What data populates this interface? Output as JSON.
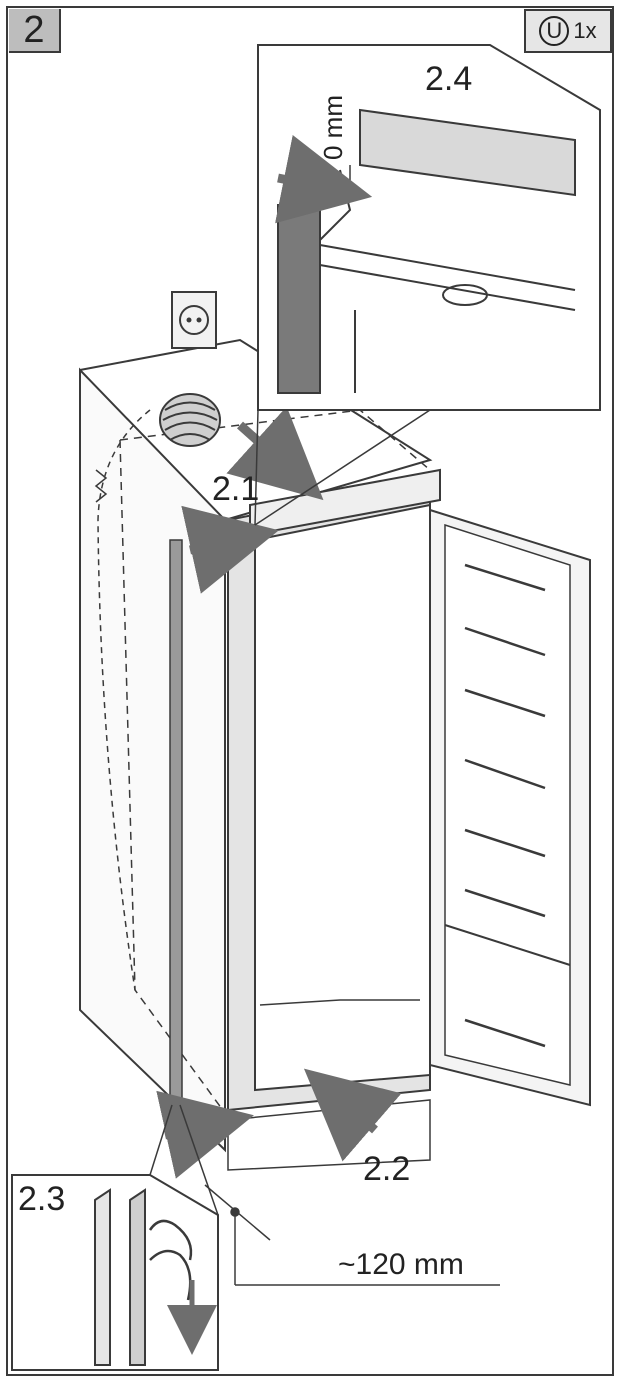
{
  "step": {
    "number": "2"
  },
  "quantity": {
    "symbol": "U",
    "count": "1x"
  },
  "callouts": {
    "s21": "2.1",
    "s22": "2.2",
    "s23": "2.3",
    "s24": "2.4"
  },
  "dimensions": {
    "gap": "0 mm",
    "depth": "~120 mm"
  },
  "colors": {
    "outline": "#3a3a3a",
    "arrow": "#6e6e6e",
    "seal": "#9a9a9a",
    "panel": "#d9d9d9"
  }
}
